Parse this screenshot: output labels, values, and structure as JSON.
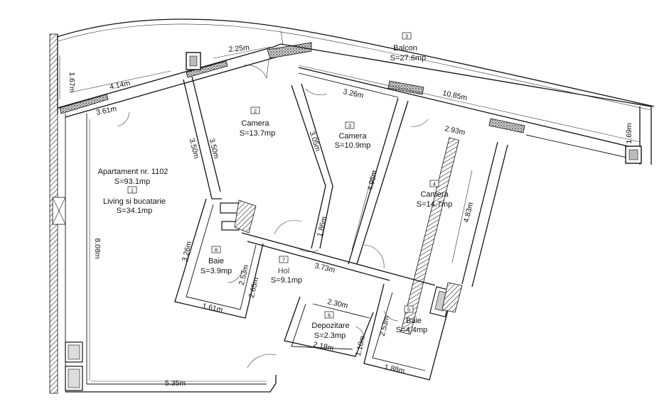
{
  "apartment": {
    "title": "Apartament nr. 1102",
    "total_area": "S=93.1mp"
  },
  "rooms": [
    {
      "id": "living",
      "number": "1",
      "name": "Living si bucatarie",
      "area": "S=34.1mp"
    },
    {
      "id": "camera-2",
      "number": "2",
      "name": "Camera",
      "area": "S=13.7mp"
    },
    {
      "id": "camera-3",
      "number": "3",
      "name": "Camera",
      "area": "S=10.9mp"
    },
    {
      "id": "camera-4",
      "number": "4",
      "name": "Camera",
      "area": "S=14.7mp"
    },
    {
      "id": "baie-5",
      "number": "5",
      "name": "Baie",
      "area": "S=4.4mp"
    },
    {
      "id": "depozitare",
      "number": "6",
      "name": "Depozitare",
      "area": "S=2.3mp"
    },
    {
      "id": "hol",
      "number": "7",
      "name": "Hol",
      "area": "S=9.1mp"
    },
    {
      "id": "baie-8",
      "number": "8",
      "name": "Baie",
      "area": "S=3.9mp"
    },
    {
      "id": "balcon",
      "number": "3",
      "name": "Balcon",
      "area": "S=27.6mp"
    }
  ],
  "dimensions": {
    "d_225": "2.25m",
    "d_167": "1.67m",
    "d_414": "4.14m",
    "d_361": "3.61m",
    "d_350a": "3.50m",
    "d_350b": "3.50m",
    "d_326a": "3.26m",
    "d_305": "3.05m",
    "d_1085": "10.85m",
    "d_169": "1.69m",
    "d_293": "2.93m",
    "d_495": "4.95m",
    "d_483": "4.83m",
    "d_186": "1.86m",
    "d_373": "3.73m",
    "d_326b": "3.26m",
    "d_253a": "2.53m",
    "d_265": "2.65m",
    "d_161": "1.61m",
    "d_808": "8.08m",
    "d_230": "2.30m",
    "d_110": "1.10m",
    "d_218": "2.18m",
    "d_253b": "2.53m",
    "d_188": "1.88m",
    "d_535": "5.35m"
  }
}
